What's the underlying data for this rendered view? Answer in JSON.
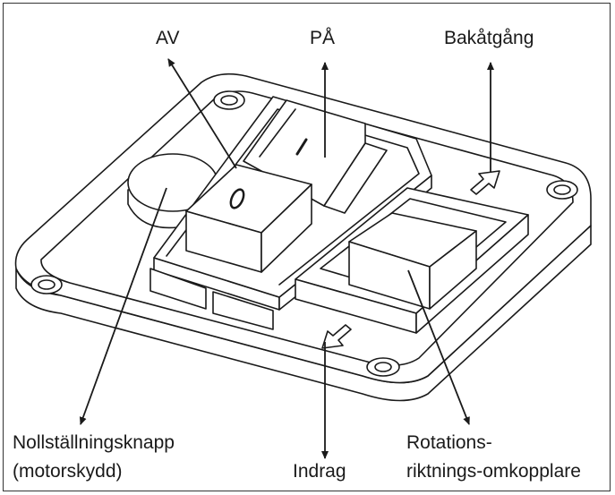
{
  "labels": {
    "off": "AV",
    "on": "PÅ",
    "reverse": "Bakåtgång",
    "reset_line1": "Nollställningsknapp",
    "reset_line2": "(motorskydd)",
    "retract": "Indrag",
    "rotation_line1": "Rotations-",
    "rotation_line2": "riktnings-omkopplare"
  },
  "switch_marks": {
    "on_symbol": "I",
    "off_symbol": "0"
  },
  "colors": {
    "line": "#1a1a1a",
    "fill": "#ffffff",
    "frame": "#333333"
  }
}
